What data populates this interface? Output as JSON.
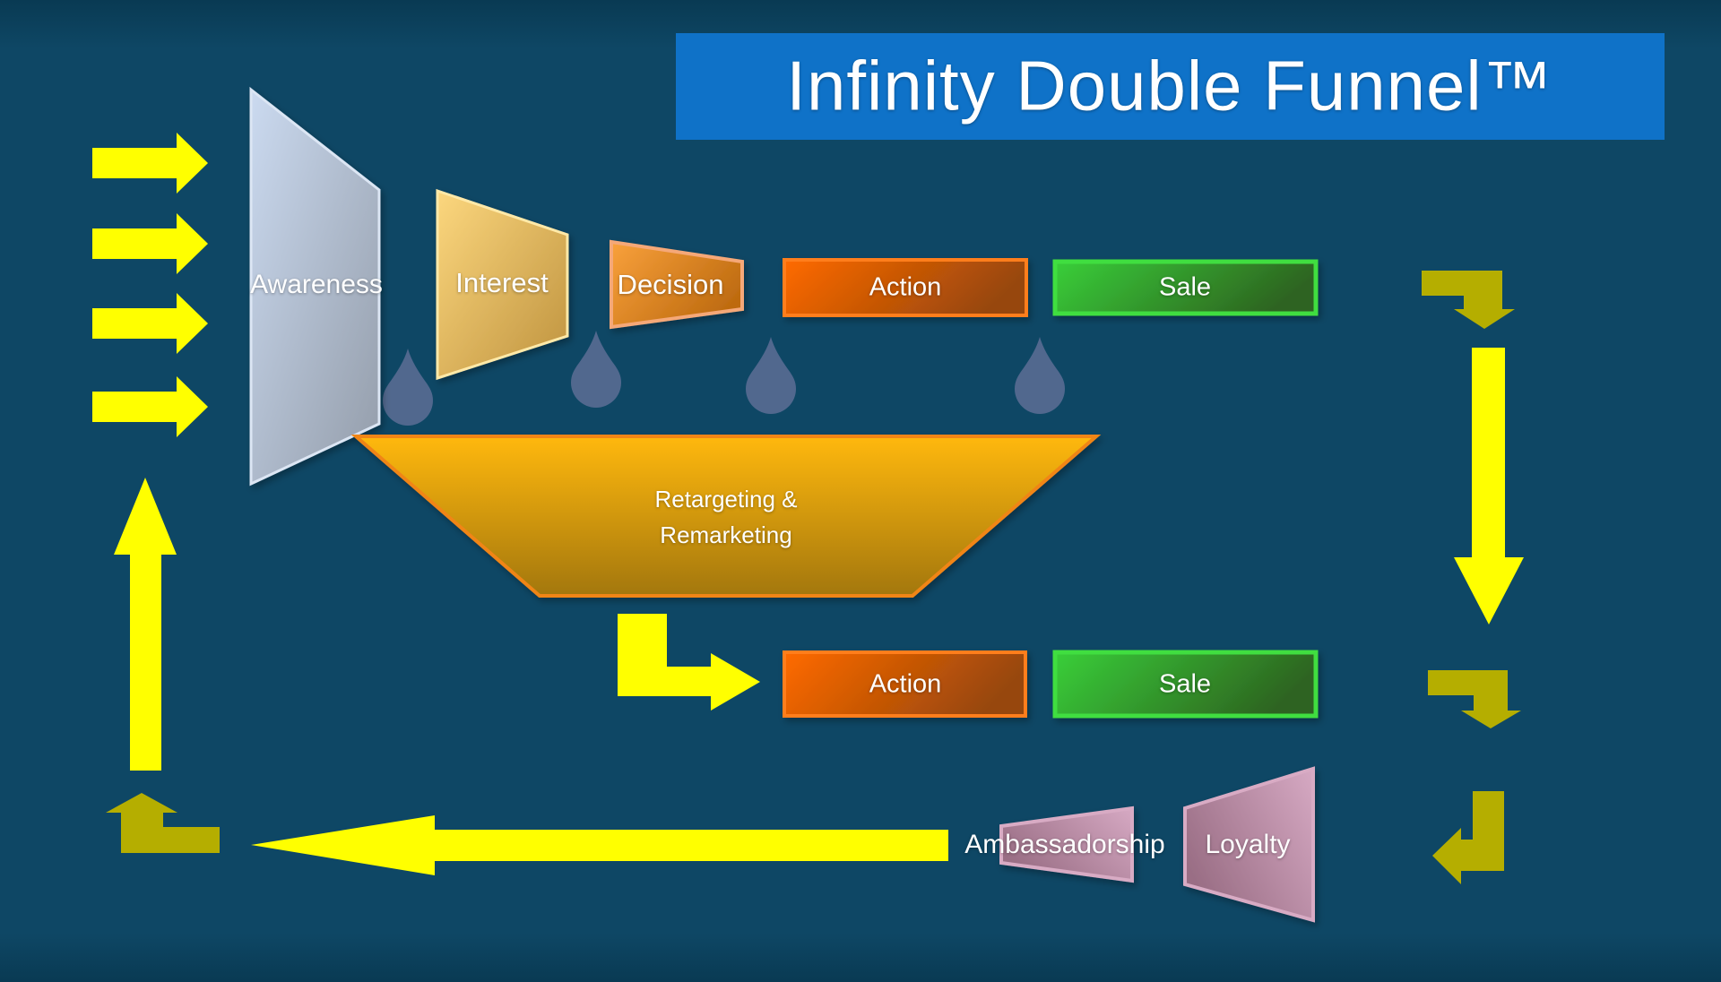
{
  "title": {
    "text": "Infinity Double Funnel™"
  },
  "colors": {
    "background": "#0E4765",
    "banner_blue": "#0F72C8",
    "arrow_yellow": "#FFFF00",
    "arrow_olive": "#B5AE00",
    "droplet_slate": "#51688E",
    "awareness_light": "#CBDAF0",
    "awareness_dark": "#939CA9",
    "awareness_border": "#DCE6F4",
    "interest_light": "#FCD77E",
    "interest_dark": "#BE923E",
    "interest_border": "#FFE9A8",
    "decision_light": "#F9A13C",
    "decision_dark": "#BE6B10",
    "decision_border": "#F5A878",
    "action_light": "#FF6A00",
    "action_dark": "#97470A",
    "action_border": "#FF7E1E",
    "sale_light": "#39CF39",
    "sale_dark": "#2D6420",
    "sale_border": "#3FDE3F",
    "retargeting_light": "#FFB808",
    "retargeting_dark": "#A3770B",
    "retargeting_border": "#F08519",
    "pink_dark": "#9A6E85",
    "pink_light": "#D6A9C3",
    "pink_border": "#D8ABC4",
    "text_white": "#FFFFFF"
  },
  "funnel_top": {
    "stages": [
      {
        "label": "Awareness"
      },
      {
        "label": "Interest"
      },
      {
        "label": "Decision"
      },
      {
        "label": "Action"
      },
      {
        "label": "Sale"
      }
    ]
  },
  "retargeting": {
    "line1": "Retargeting &",
    "line2": "Remarketing"
  },
  "second_row": {
    "action_label": "Action",
    "sale_label": "Sale"
  },
  "bottom_row": {
    "ambassadorship_label": "Ambassadorship",
    "loyalty_label": "Loyalty"
  }
}
